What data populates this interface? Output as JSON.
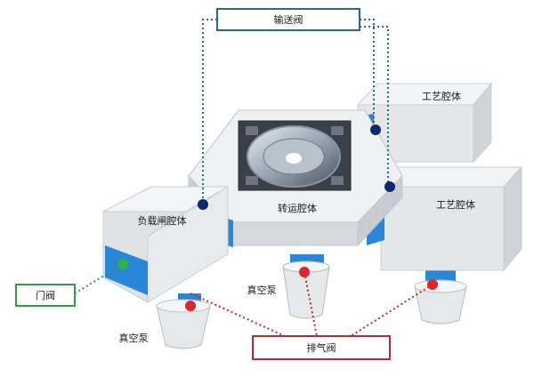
{
  "labels": {
    "transfer_valve": "输送阀",
    "transfer_chamber": "转运腔体",
    "process_chamber_top": "工艺腔体",
    "process_chamber_right": "工艺腔体",
    "loadlock_chamber": "负载闸腔体",
    "gate_valve": "门阀",
    "vacuum_pump_center": "真空泵",
    "vacuum_pump_left": "真空泵",
    "vent_valve": "排气阀"
  },
  "colors": {
    "transfer_valve_border": "#1f6f8b",
    "gate_valve_border": "#2e9e4a",
    "vent_valve_border": "#c0272d",
    "valve_blue": "#2a86d6",
    "dot_navy": "#0d2a6b",
    "dot_green": "#2db34a",
    "dot_red": "#e0262d"
  }
}
